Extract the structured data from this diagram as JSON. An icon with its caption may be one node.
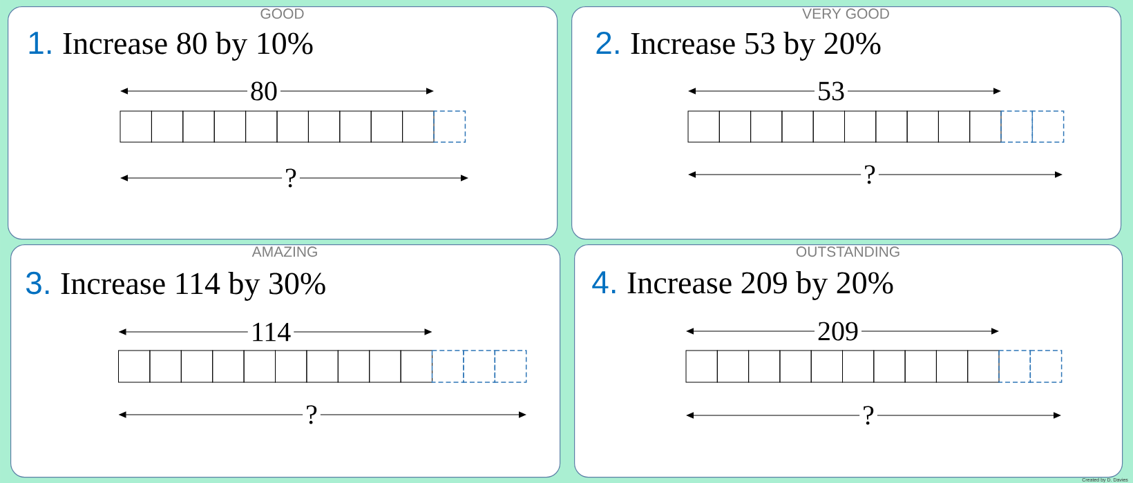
{
  "diagram": {
    "nodes": [
      {
        "text": [
          "GOOD",
          "1.",
          "Increase 80 by 10%",
          "80",
          "?"
        ]
      },
      {
        "text": [
          "VERY GOOD",
          "2.",
          "Increase 53 by 20%",
          "53",
          "?"
        ]
      },
      {
        "text": [
          "AMAZING",
          "3.",
          "Increase 114 by 30%",
          "114",
          "?"
        ]
      },
      {
        "text": [
          "OUTSTANDING",
          "4.",
          "Increase 209 by 20%",
          "209",
          "?"
        ]
      }
    ],
    "labels": [
      "Created by D. Davies"
    ]
  }
}
